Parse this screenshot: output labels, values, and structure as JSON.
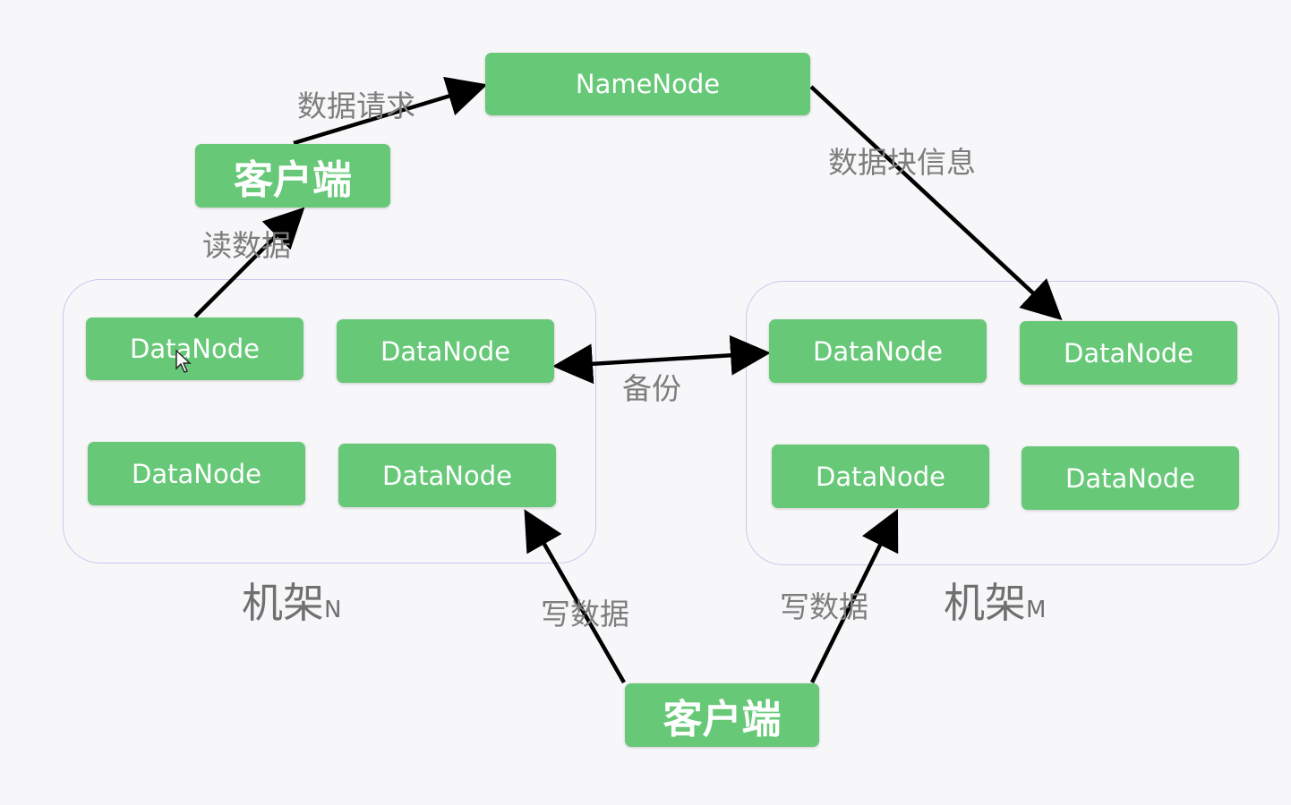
{
  "namenode": {
    "label": "NameNode"
  },
  "client_top": {
    "label": "客户端"
  },
  "client_bottom": {
    "label": "客户端"
  },
  "rack_n": {
    "name": "机架",
    "suffix": "N",
    "datanodes": [
      "DataNode",
      "DataNode",
      "DataNode",
      "DataNode"
    ]
  },
  "rack_m": {
    "name": "机架",
    "suffix": "M",
    "datanodes": [
      "DataNode",
      "DataNode",
      "DataNode",
      "DataNode"
    ]
  },
  "edges": {
    "data_request": "数据请求",
    "block_info": "数据块信息",
    "read_data": "读数据",
    "backup": "备份",
    "write_data_left": "写数据",
    "write_data_right": "写数据"
  },
  "colors": {
    "node_fill": "#67c878",
    "node_text": "#ffffff",
    "rack_border": "#c9c9ee",
    "arrow": "#000000",
    "label_text": "#7d7d7d",
    "background": "#f7f7f9"
  }
}
